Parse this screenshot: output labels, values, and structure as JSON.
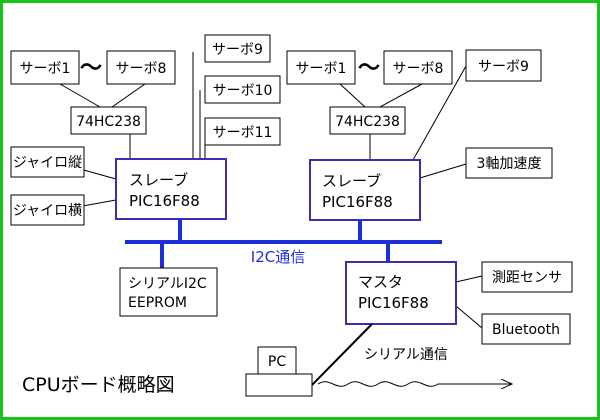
{
  "title": "CPUボード概略図",
  "colors": {
    "frame": "#19c31d",
    "accent": "#1c2fd8",
    "mcu_border": "#3a2fb0",
    "ink": "#000000"
  },
  "left_cluster": {
    "servo_first": "サーボ1",
    "range_sep": "〜",
    "servo_last": "サーボ8",
    "decoder": "74HC238",
    "servo9": "サーボ9",
    "servo10": "サーボ10",
    "servo11": "サーボ11",
    "gyro_pitch": "ジャイロ縦",
    "gyro_roll": "ジャイロ横",
    "slave_role": "スレーブ",
    "slave_chip": "PIC16F88"
  },
  "right_cluster": {
    "servo_first": "サーボ1",
    "range_sep": "〜",
    "servo_last": "サーボ8",
    "decoder": "74HC238",
    "servo9": "サーボ9",
    "accel": "3軸加速度",
    "slave_role": "スレーブ",
    "slave_chip": "PIC16F88"
  },
  "bus_label": "I2C通信",
  "eeprom": {
    "line1": "シリアルI2C",
    "line2": "EEPROM"
  },
  "master": {
    "role": "マスタ",
    "chip": "PIC16F88",
    "rangefinder": "測距センサ",
    "bluetooth": "Bluetooth"
  },
  "pc_label": "PC",
  "serial_label": "シリアル通信"
}
